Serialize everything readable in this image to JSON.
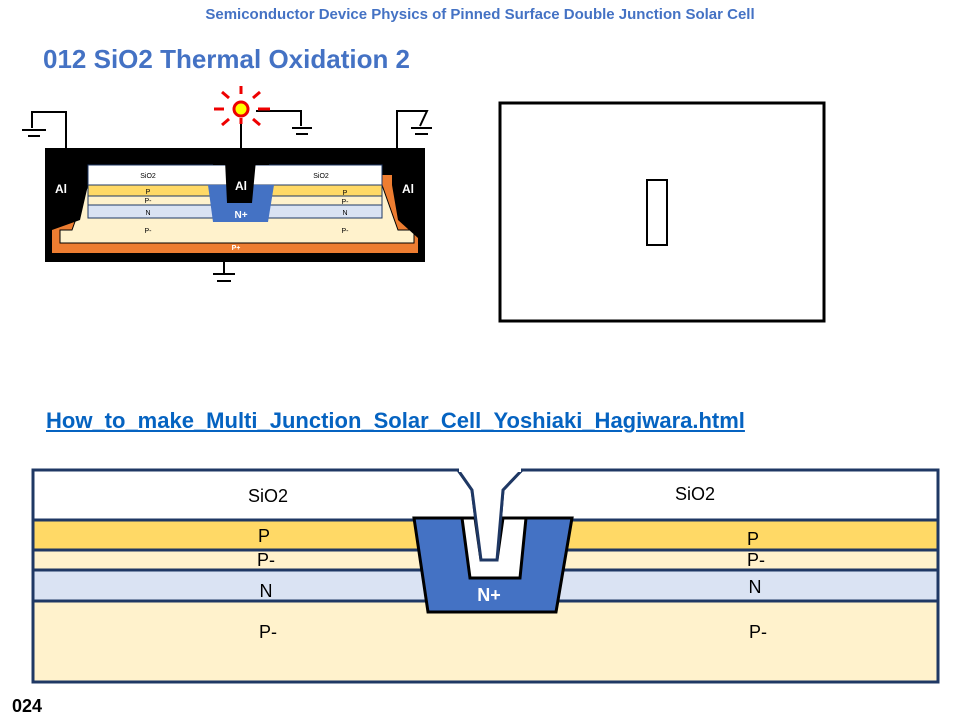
{
  "header": "Semiconductor Device Physics of Pinned Surface Double Junction Solar Cell",
  "title": "012 SiO2 Thermal Oxidation 2",
  "link": "How_to_make_Multi_Junction_Solar_Cell_Yoshiaki_Hagiwara.html",
  "page_number": "024",
  "small_diagram": {
    "al": "Al",
    "sio2": "SiO2",
    "p": "P",
    "pminus": "P-",
    "n": "N",
    "nplus": "N+",
    "pplus": "P+"
  },
  "large_diagram": {
    "sio2_left": "SiO2",
    "sio2_right": "SiO2",
    "p_left": "P",
    "p_right": "P",
    "pm_left": "P-",
    "pm_right": "P-",
    "n_left": "N",
    "n_right": "N",
    "nplus": "N+",
    "sub_left": "P-",
    "sub_right": "P-"
  },
  "colors": {
    "p": "#ffd966",
    "pminus": "#fff2cc",
    "n": "#dae3f3",
    "nplus": "#4472c4",
    "pplus": "#ed7d31",
    "outline": "#1f3864"
  }
}
